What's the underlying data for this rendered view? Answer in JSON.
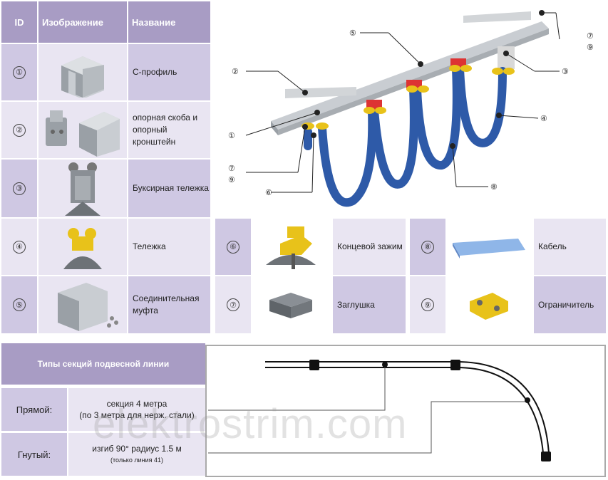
{
  "table": {
    "headers": {
      "id": "ID",
      "image": "Изображение",
      "name": "Название"
    },
    "rows": [
      {
        "num": "①",
        "name": "С-профиль"
      },
      {
        "num": "②",
        "name": "опорная скоба и опорный кронштейн"
      },
      {
        "num": "③",
        "name": "Буксирная тележка"
      },
      {
        "num": "④",
        "name": "Тележка"
      },
      {
        "num": "⑤",
        "name": "Соединительная муфта"
      }
    ],
    "extra": [
      {
        "num": "⑥",
        "name": "Концевой зажим"
      },
      {
        "num": "⑦",
        "name": "Заглушка"
      },
      {
        "num": "⑧",
        "name": "Кабель"
      },
      {
        "num": "⑨",
        "name": "Ограничитель"
      }
    ]
  },
  "diagram": {
    "callouts": {
      "c1": "①",
      "c2": "②",
      "c3": "③",
      "c4": "④",
      "c5": "⑤",
      "c6": "⑥",
      "c7a": "⑦",
      "c9a": "⑨",
      "c7b": "⑦",
      "c9b": "⑨",
      "c8": "⑧"
    }
  },
  "sections": {
    "title": "Типы секций подвесной линии",
    "rows": [
      {
        "label": "Прямой:",
        "text": "секция 4 метра",
        "sub": "(по 3 метра для нерж. стали)"
      },
      {
        "label": "Гнутый:",
        "text": "изгиб 90°  радиус 1.5 м",
        "sub": "(только линия 41)"
      }
    ]
  },
  "watermark": "elektrostrim.com",
  "colors": {
    "header": "#a89cc4",
    "cell_dark": "#cfc8e3",
    "cell_light": "#e9e5f2",
    "cable": "#2e5aa8",
    "clamp": "#e8c21a",
    "trolley": "#d33"
  }
}
